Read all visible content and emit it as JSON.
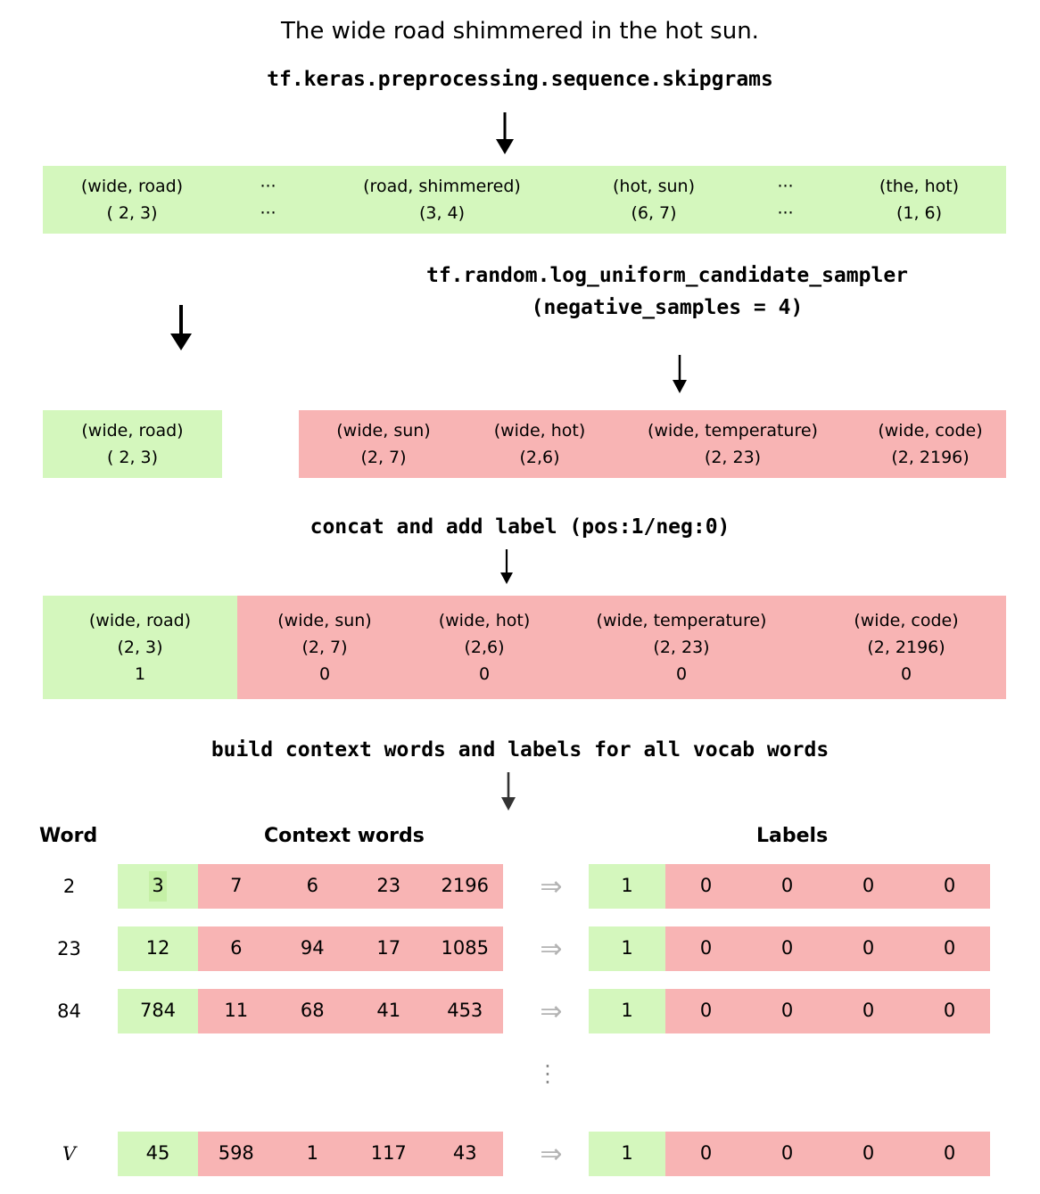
{
  "sentence": "The wide road shimmered in the hot sun.",
  "colors": {
    "positive_green": "#d4f7bd",
    "negative_pink": "#f8b4b4",
    "arrow_gray": "#b3b3b3"
  },
  "operations": {
    "skipgrams": "tf.keras.preprocessing.sequence.skipgrams",
    "sampler_line1": "tf.random.log_uniform_candidate_sampler",
    "sampler_line2": "(negative_samples = 4)",
    "concat": "concat and add label (pos:1/neg:0)",
    "build": "build context words and labels for all vocab words"
  },
  "skipgram_row": [
    {
      "pair": "(wide, road)",
      "index": "( 2, 3)"
    },
    {
      "pair": "···",
      "index": "···"
    },
    {
      "pair": "(road, shimmered)",
      "index": "(3, 4)"
    },
    {
      "pair": "(hot, sun)",
      "index": "(6, 7)"
    },
    {
      "pair": "···",
      "index": "···"
    },
    {
      "pair": "(the, hot)",
      "index": "(1, 6)"
    }
  ],
  "positive_sample": {
    "pair": "(wide, road)",
    "index": "( 2, 3)"
  },
  "negative_samples": [
    {
      "pair": "(wide, sun)",
      "index": "(2, 7)"
    },
    {
      "pair": "(wide, hot)",
      "index": "(2,6)"
    },
    {
      "pair": "(wide, temperature)",
      "index": "(2, 23)"
    },
    {
      "pair": "(wide, code)",
      "index": "(2, 2196)"
    }
  ],
  "concat_row": [
    {
      "pair": "(wide, road)",
      "index": "(2, 3)",
      "label": "1",
      "kind": "positive"
    },
    {
      "pair": "(wide, sun)",
      "index": "(2, 7)",
      "label": "0",
      "kind": "negative"
    },
    {
      "pair": "(wide, hot)",
      "index": "(2,6)",
      "label": "0",
      "kind": "negative"
    },
    {
      "pair": "(wide, temperature)",
      "index": "(2, 23)",
      "label": "0",
      "kind": "negative"
    },
    {
      "pair": "(wide, code)",
      "index": "(2, 2196)",
      "label": "0",
      "kind": "negative"
    }
  ],
  "vocab_table": {
    "headers": {
      "word": "Word",
      "context": "Context words",
      "labels": "Labels"
    },
    "arrow_glyph": "⇒",
    "ellipsis_glyph": "·",
    "rows": [
      {
        "word": "2",
        "italic": false,
        "context": [
          "3",
          "7",
          "6",
          "23",
          "2196"
        ],
        "labels": [
          "1",
          "0",
          "0",
          "0",
          "0"
        ]
      },
      {
        "word": "23",
        "italic": false,
        "context": [
          "12",
          "6",
          "94",
          "17",
          "1085"
        ],
        "labels": [
          "1",
          "0",
          "0",
          "0",
          "0"
        ]
      },
      {
        "word": "84",
        "italic": false,
        "context": [
          "784",
          "11",
          "68",
          "41",
          "453"
        ],
        "labels": [
          "1",
          "0",
          "0",
          "0",
          "0"
        ]
      },
      {
        "word": "V",
        "italic": true,
        "context": [
          "45",
          "598",
          "1",
          "117",
          "43"
        ],
        "labels": [
          "1",
          "0",
          "0",
          "0",
          "0"
        ]
      }
    ]
  }
}
